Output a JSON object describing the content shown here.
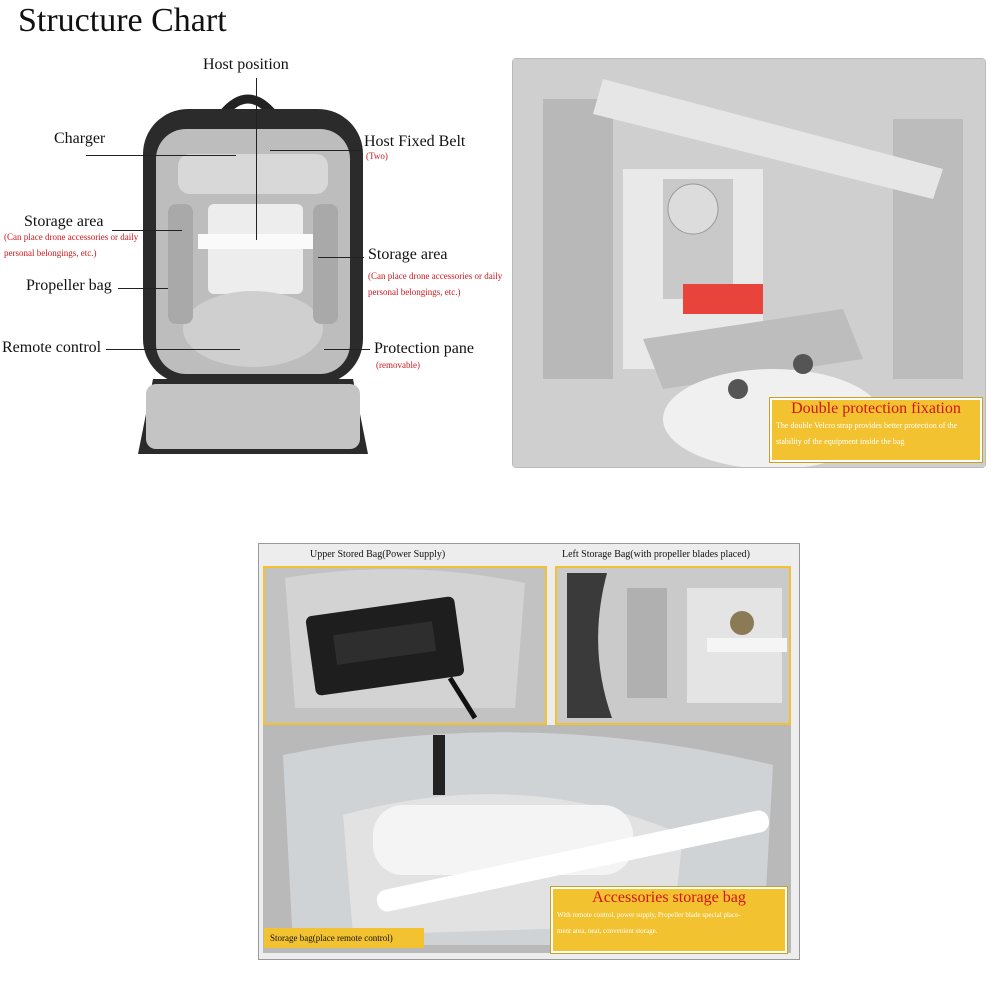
{
  "title": "Structure Chart",
  "labels": {
    "host_position": "Host position",
    "charger": "Charger",
    "host_fixed_belt": "Host Fixed Belt",
    "host_fixed_belt_sub": "(Two)",
    "storage_left": "Storage area",
    "storage_left_sub1": "(Can place drone accessories or daily",
    "storage_left_sub2": "personal belongings, etc.)",
    "storage_right": "Storage area",
    "storage_right_sub1": "(Can place drone accessories or daily",
    "storage_right_sub2": "personal belongings, etc.)",
    "propeller_bag": "Propeller bag",
    "remote_control": "Remote control",
    "protection_pane": "Protection pane",
    "protection_pane_sub": "(removable)"
  },
  "callout_top": {
    "heading": "Double protection fixation",
    "line1": "The double Velcro strap provides better protection of the",
    "line2": "stability of the equipment inside the bag"
  },
  "bottom": {
    "upper_caption": "Upper Stored Bag(Power Supply)",
    "left_caption": "Left Storage Bag(with propeller blades placed)",
    "storage_bag_label": "Storage bag(place remote control)",
    "accessories_heading": "Accessories storage bag",
    "accessories_line1": "With remote control, power supply, Propeller blade special place-",
    "accessories_line2": "ment area, neat, convenient storage."
  },
  "colors": {
    "accent_red": "#d1151b",
    "callout_yellow": "#f2c230"
  }
}
